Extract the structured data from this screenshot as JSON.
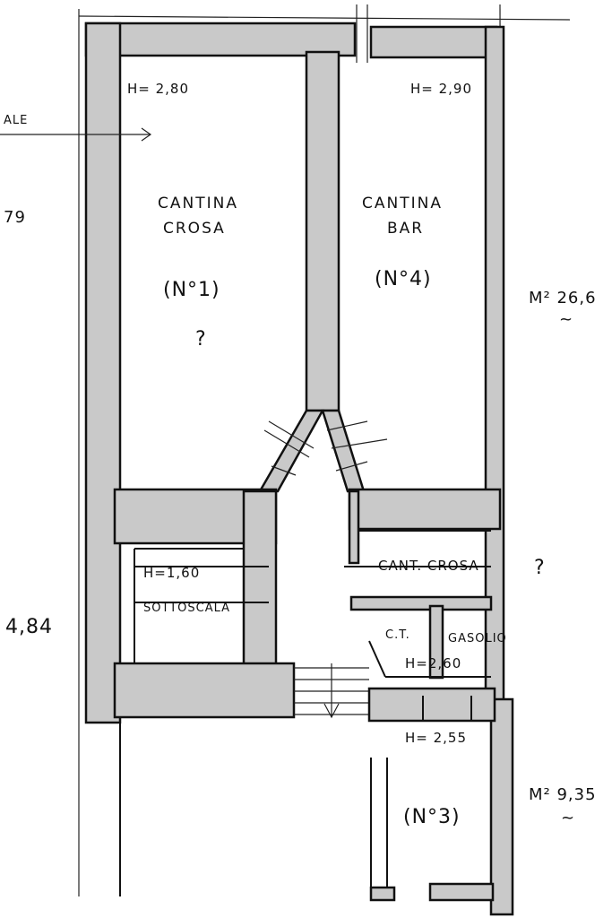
{
  "labels": {
    "h1": "H= 2,80",
    "h2": "H= 2,90",
    "room1_line1": "CANTINA",
    "room1_line2": "CROSA",
    "room1_num": "(N°1)",
    "room1_q": "?",
    "room2_line1": "CANTINA",
    "room2_line2": "BAR",
    "room2_num": "(N°4)",
    "area1": "M² 26,6",
    "area1_approx": "~",
    "left_partial": "79",
    "left_dim": "4,84",
    "arrow_label": "ALE",
    "h_sottoscala": "H=1,60",
    "sottoscala": "SOTTOSCALA",
    "cant_crosa": "CANT. CROSA",
    "cant_crosa_q": "?",
    "ct": "C.T.",
    "gasolio": "GASOLIO",
    "h_ct": "H=2,60",
    "h3": "H= 2,55",
    "room3_num": "(N°3)",
    "area2": "M² 9,35",
    "area2_approx": "~"
  }
}
